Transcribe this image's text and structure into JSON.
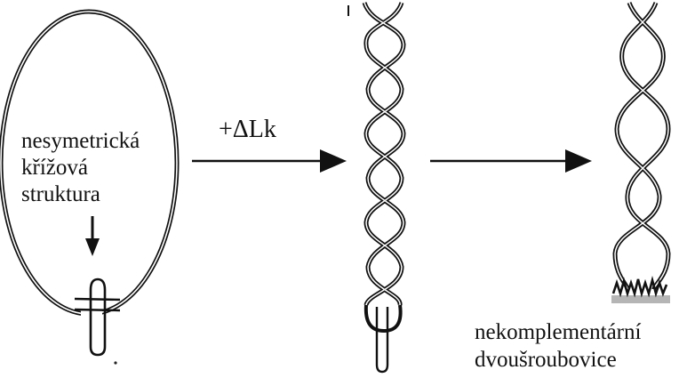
{
  "labels": {
    "cruciform_line1": "nesymetrická",
    "cruciform_line2": "křížová",
    "cruciform_line3": "struktura",
    "delta_lk": "+ΔLk",
    "noncomplementary_line1": "nekomplementární",
    "noncomplementary_line2": "dvoušroubovice"
  },
  "colors": {
    "ink": "#111111",
    "base_patch": "#b5b5b5",
    "background": "#ffffff"
  }
}
